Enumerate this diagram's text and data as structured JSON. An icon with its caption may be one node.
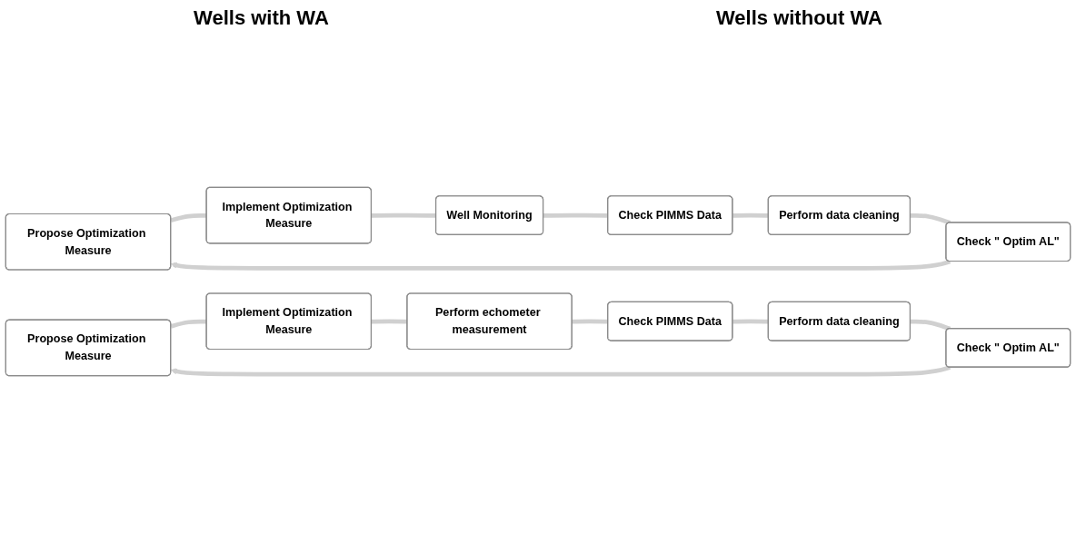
{
  "diagram": {
    "nodes": [
      {
        "text": [
          "Propose Optimization Measure"
        ]
      },
      {
        "text": [
          "Implement Optimization Measure"
        ]
      },
      {
        "text": [
          "Well Monitoring"
        ]
      },
      {
        "text": [
          "Check PIMMS Data"
        ]
      },
      {
        "text": [
          "Perform data cleaning"
        ]
      },
      {
        "text": [
          "Check \" Optim AL\""
        ]
      },
      {
        "text": [
          "Propose Optimization Measure"
        ]
      },
      {
        "text": [
          "Implement Optimization Measure"
        ]
      },
      {
        "text": [
          "Perform echometer measurement"
        ]
      },
      {
        "text": [
          "Check PIMMS Data"
        ]
      },
      {
        "text": [
          "Perform data cleaning"
        ]
      },
      {
        "text": [
          "Check \" Optim AL\""
        ]
      }
    ],
    "edges": [
      {
        "from": 0,
        "to": 1,
        "arrow": "none"
      },
      {
        "from": 1,
        "to": 2,
        "arrow": "none"
      },
      {
        "from": 2,
        "to": 3,
        "arrow": "none"
      },
      {
        "from": 3,
        "to": 4,
        "arrow": "none"
      },
      {
        "from": 4,
        "to": 5,
        "arrow": "none"
      },
      {
        "from": 5,
        "to": 0,
        "arrow": "to"
      },
      {
        "from": 6,
        "to": 7,
        "arrow": "none"
      },
      {
        "from": 7,
        "to": 8,
        "arrow": "none"
      },
      {
        "from": 8,
        "to": 9,
        "arrow": "none"
      },
      {
        "from": 9,
        "to": 10,
        "arrow": "none"
      },
      {
        "from": 10,
        "to": 11,
        "arrow": "none"
      },
      {
        "from": 11,
        "to": 6,
        "arrow": "to"
      }
    ],
    "labels": [
      "Wells with WA",
      "Wells without WA"
    ]
  }
}
